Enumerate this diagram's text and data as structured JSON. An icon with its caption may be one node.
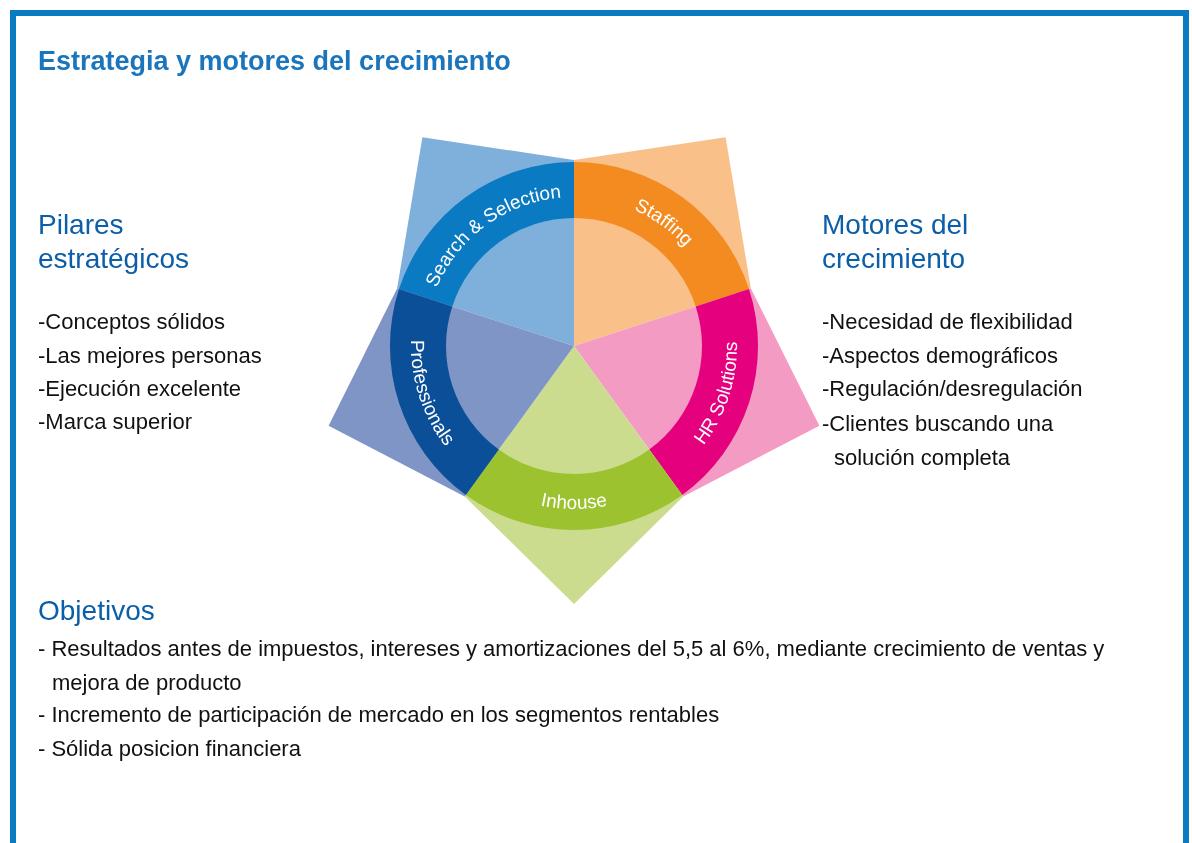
{
  "diagram": {
    "title": "Estrategia y motores del crecimiento",
    "nodes": [
      {
        "text": [
          "Search & Selection"
        ]
      },
      {
        "text": [
          "Staffing"
        ]
      },
      {
        "text": [
          "HR Solutions"
        ]
      },
      {
        "text": [
          "Inhouse"
        ]
      },
      {
        "text": [
          "Professionals"
        ]
      }
    ],
    "edges": [],
    "labels": [
      "Pilares estratégicos",
      "-Conceptos sólidos",
      "-Las mejores personas",
      "-Ejecución excelente",
      "-Marca superior",
      "Motores del crecimiento",
      "-Necesidad de flexibilidad",
      "-Aspectos demográficos",
      "-Regulación/desregulación",
      "-Clientes buscando una solución completa",
      "Objetivos",
      "- Resultados antes de impuestos, intereses y amortizaciones del 5,5 al 6%, mediante crecimiento de ventas y mejora de producto",
      "- Incremento de participación de mercado en los segmentos rentables",
      "- Sólida posicion financiera"
    ]
  }
}
